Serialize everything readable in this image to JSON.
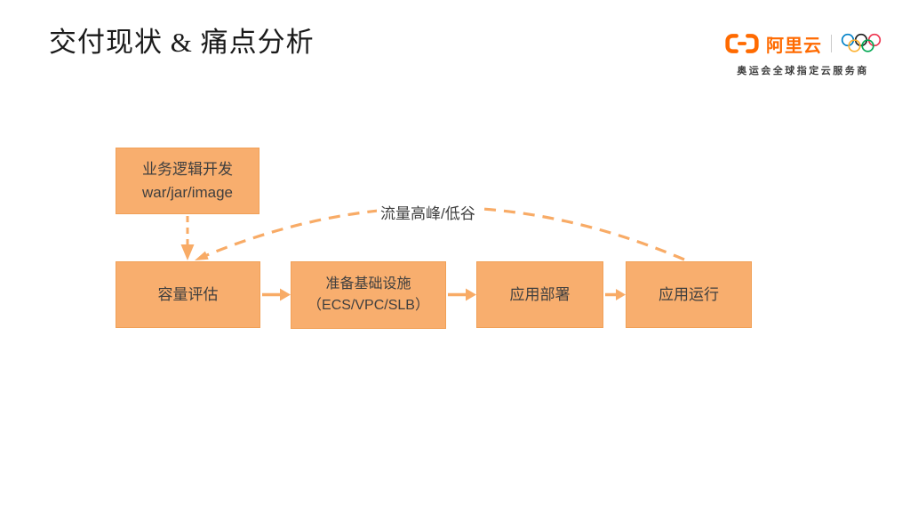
{
  "slide": {
    "title": "交付现状 & 痛点分析"
  },
  "brand": {
    "name": "阿里云",
    "tagline": "奥运会全球指定云服务商",
    "colors": {
      "primary": "#FF6A00",
      "ring_blue": "#0081C8",
      "ring_black": "#1C1C1C",
      "ring_red": "#EE334E",
      "ring_yellow": "#FCB131",
      "ring_green": "#00A651"
    }
  },
  "diagram": {
    "colors": {
      "box_fill": "#F8AE6E",
      "box_border": "#F1A056",
      "arrow": "#F8AB66",
      "text": "#3F3F3F"
    },
    "nodes": {
      "dev": {
        "line1": "业务逻辑开发",
        "line2": "war/jar/image"
      },
      "capacity": {
        "label": "容量评估"
      },
      "infra": {
        "line1": "准备基础设施",
        "line2": "（ECS/VPC/SLB）"
      },
      "deploy": {
        "label": "应用部署"
      },
      "run": {
        "label": "应用运行"
      }
    },
    "feedback_label": "流量高峰/低谷"
  }
}
